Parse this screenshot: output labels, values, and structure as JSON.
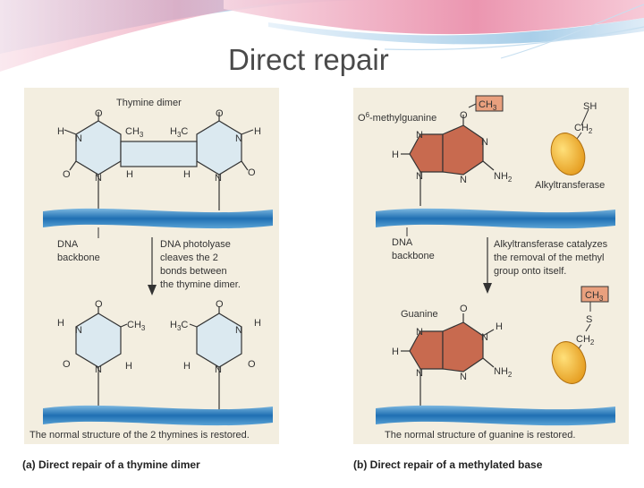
{
  "slide": {
    "title": "Direct repair"
  },
  "panel_a": {
    "heading": "Thymine dimer",
    "backbone_label": [
      "DNA",
      "backbone"
    ],
    "photolyase_text": [
      "DNA photolyase",
      "cleaves the 2",
      "bonds between",
      "the thymine dimer."
    ],
    "restored_text": "The normal structure of the 2 thymines is restored.",
    "caption": "(a) Direct repair of a thymine dimer"
  },
  "panel_b": {
    "methylguanine_label": "-methylguanine",
    "o6_o": "O",
    "o6_sup": "6",
    "enzyme_label": "Alkyltransferase",
    "backbone_label": [
      "DNA",
      "backbone"
    ],
    "catalyze_text": [
      "Alkyltransferase catalyzes",
      "the removal of the methyl",
      "group onto itself."
    ],
    "guanine_label": "Guanine",
    "restored_text": "The normal structure of guanine is restored.",
    "caption": "(b) Direct repair of a methylated base"
  },
  "atoms": {
    "H": "H",
    "N": "N",
    "O": "O",
    "S": "S",
    "SH": "SH",
    "CH": "CH",
    "CH3_main": "CH",
    "H3C_main": "H",
    "sub3": "3",
    "sub2": "2",
    "C": "C",
    "NH": "NH"
  },
  "colors": {
    "panel_bg": "#f3eee0",
    "dna_blue": "#2e7fc0",
    "ring_fill": "#dbe9f0",
    "guanine_fill": "#c86a4f",
    "methyl_box": "#e9a07e",
    "enzyme": "#f0b030",
    "header_pink": "#e98aa7",
    "header_blue": "#9fc9e6"
  }
}
